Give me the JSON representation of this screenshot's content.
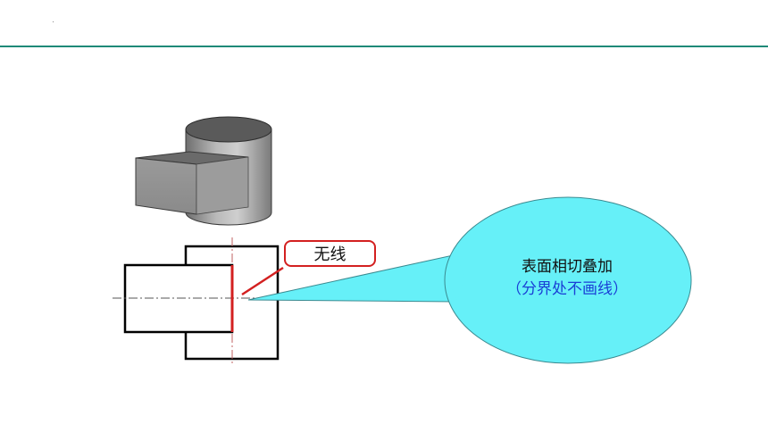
{
  "labels": {
    "no_line": "无线"
  },
  "callout": {
    "line1": "表面相切叠加",
    "line2": "（分界处不画线）"
  },
  "colors": {
    "accent_rule": "#1f8a78",
    "callout_fill": "#66f0f8",
    "highlight_red": "#d32020",
    "callout_line2_text": "#1a3fd6"
  }
}
